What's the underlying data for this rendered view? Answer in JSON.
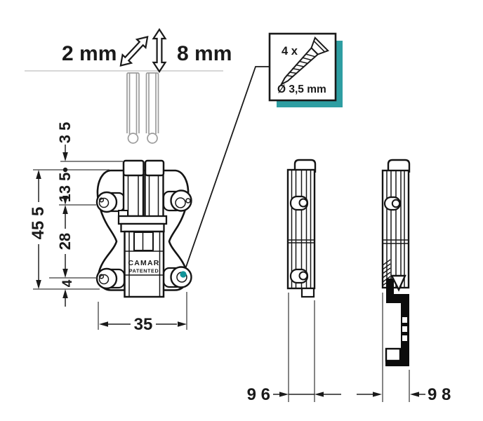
{
  "adjustments": {
    "lateral": "2 mm",
    "vertical": "8 mm"
  },
  "callout": {
    "quantity": "4 x",
    "screw_diameter": "Ø 3,5 mm"
  },
  "front_view": {
    "brand": "CAMAR",
    "patented": "PATENTED",
    "dimensions": {
      "pin_offset": "3 5",
      "top_to_hole": "13 5",
      "hole_spacing": "28",
      "hole_to_bottom": "4",
      "overall_height": "45 5",
      "overall_width": "35"
    }
  },
  "side_views": {
    "front_depth": "9 6",
    "profile_depth": "9 8"
  },
  "colors": {
    "accent_shadow": "#2E9EA2",
    "accent_dot": "#0F9398",
    "line": "#1a1a1a",
    "pin_gray": "#9c9c9c"
  }
}
